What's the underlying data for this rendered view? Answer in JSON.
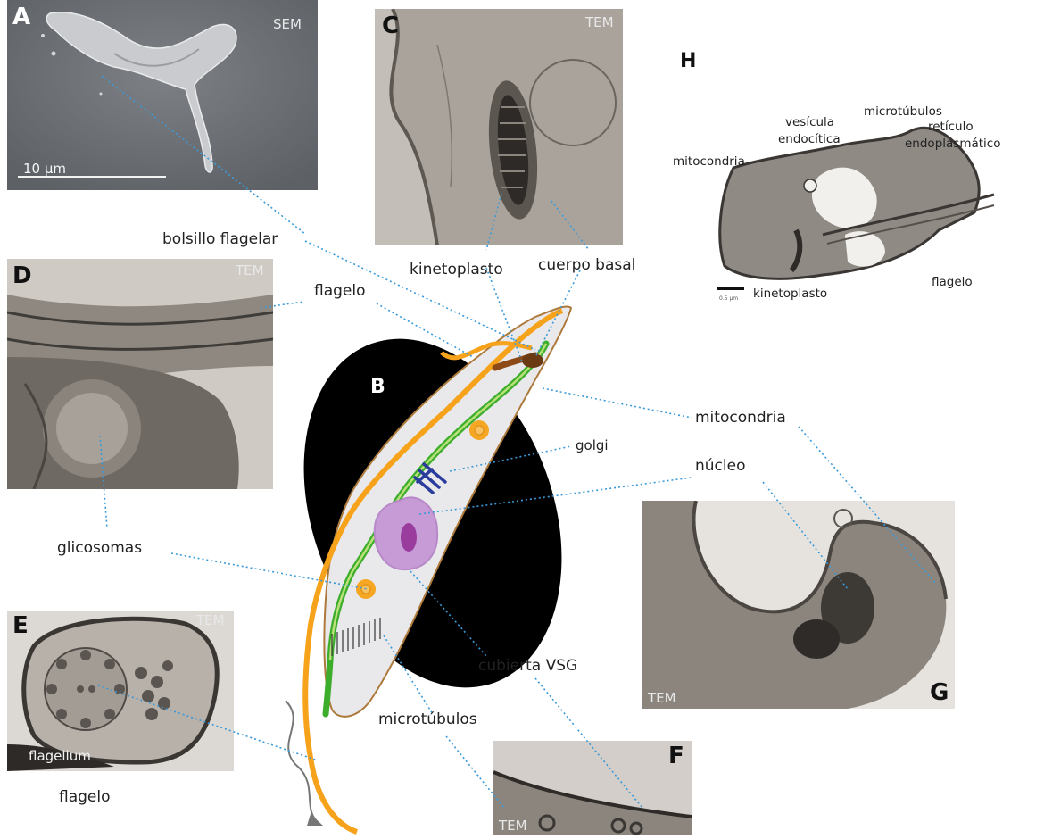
{
  "panels": {
    "A": {
      "letter": "A",
      "tech": "SEM",
      "scalebar": "10 μm"
    },
    "B": {
      "letter": "B"
    },
    "C": {
      "letter": "C",
      "tech": "TEM"
    },
    "D": {
      "letter": "D",
      "tech": "TEM"
    },
    "E": {
      "letter": "E",
      "tech": "TEM",
      "inner_label": "flagellum"
    },
    "F": {
      "letter": "F",
      "tech": "TEM"
    },
    "G": {
      "letter": "G",
      "tech": "TEM"
    },
    "H": {
      "letter": "H"
    }
  },
  "labels": {
    "bolsillo_flagelar": "bolsillo flagelar",
    "flagelo": "flagelo",
    "kinetoplasto": "kinetoplasto",
    "cuerpo_basal": "cuerpo basal",
    "mitocondria": "mitocondria",
    "golgi": "golgi",
    "nucleo": "núcleo",
    "glicosomas": "glicosomas",
    "cubierta_vsg": "cubierta VSG",
    "microtubulos": "microtúbulos",
    "flagelo_e": "flagelo"
  },
  "h_labels": {
    "vesicula_1": "vesícula",
    "vesicula_2": "endocítica",
    "microtubulos": "microtúbulos",
    "reticulo_1": "retículo",
    "reticulo_2": "endoplasmático",
    "mitocondria": "mitocondria",
    "kinetoplasto": "kinetoplasto",
    "flagelo": "flagelo",
    "scale": "0.5 μm"
  },
  "colors": {
    "leader": "#3a9ad9",
    "flagellum": "#f7a21b",
    "cell": "#e8e8ea",
    "mito": "#3dae2b",
    "nucleus": "#b889c9",
    "golgi": "#2a3d9c",
    "glycosome": "#f5a623"
  }
}
